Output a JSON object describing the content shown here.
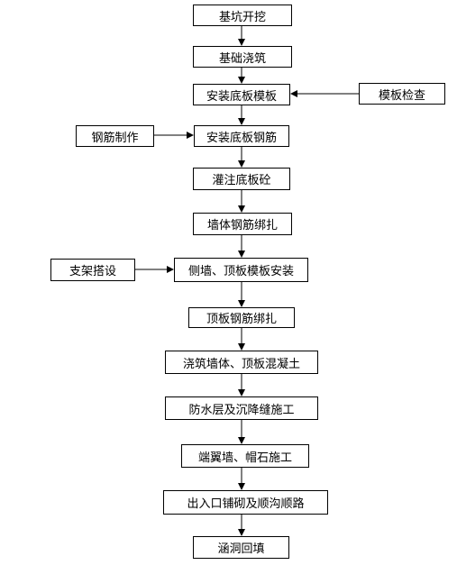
{
  "flowchart": {
    "steps": [
      "基坑开挖",
      "基础浇筑",
      "安装底板模板",
      "安装底板钢筋",
      "灌注底板砼",
      "墙体钢筋绑扎",
      "侧墙、顶板模板安装",
      "顶板钢筋绑扎",
      "浇筑墙体、顶板混凝土",
      "防水层及沉降缝施工",
      "端翼墙、帽石施工",
      "出入口铺砌及顺沟顺路",
      "涵洞回填"
    ],
    "side_inputs": {
      "template_check": "模板检查",
      "rebar_making": "钢筋制作",
      "support_setup": "支架搭设"
    }
  }
}
